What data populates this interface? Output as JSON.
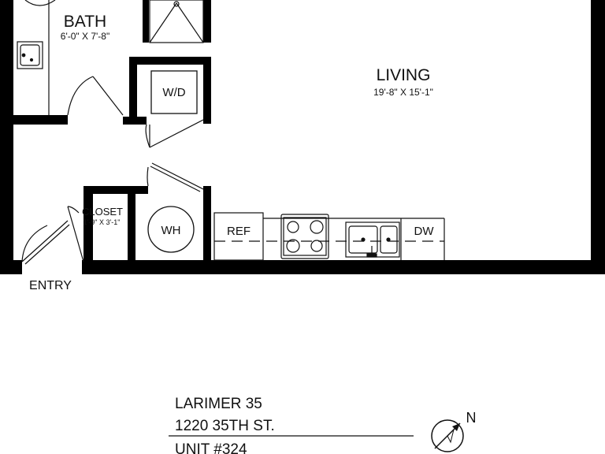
{
  "rooms": {
    "bath": {
      "name": "BATH",
      "dims": "6'-0\" X 7'-8\""
    },
    "living": {
      "name": "LIVING",
      "dims": "19'-8\" X 15'-1\""
    },
    "closet": {
      "name": "CLOSET",
      "dims": "1'-9\" X 3'-1\""
    }
  },
  "fixtures": {
    "washer_dryer": "W/D",
    "water_heater": "WH",
    "refrigerator": "REF",
    "dishwasher": "DW"
  },
  "entry_label": "ENTRY",
  "building": {
    "name": "LARIMER 35",
    "address": "1220 35TH ST.",
    "unit": "UNIT #324"
  },
  "compass": {
    "label": "N"
  }
}
